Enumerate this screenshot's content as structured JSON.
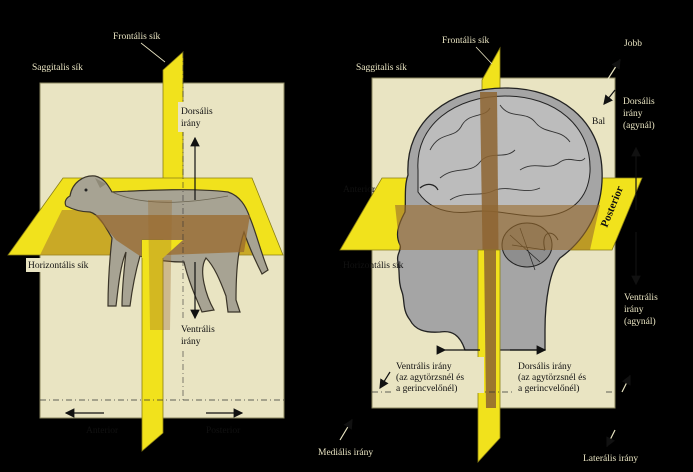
{
  "left_panel": {
    "frontal_plane": "Frontális sík",
    "sagittal_plane": "Saggitalis sík",
    "dorsal_1": "Dorsális",
    "dorsal_2": "irány",
    "horizontal_plane": "Horizontális sík",
    "ventral_1": "Ventrális",
    "ventral_2": "irány",
    "anterior": "Anterior",
    "posterior": "Posterior"
  },
  "right_panel": {
    "frontal_plane": "Frontális sík",
    "sagittal_plane": "Saggitalis sík",
    "jobb": "Jobb",
    "bal": "Bal",
    "dorsal_1": "Dorsális",
    "dorsal_2": "irány",
    "dorsal_3": "(agynál)",
    "anterior": "Anterior",
    "posterior": "Posterior",
    "horizontal_plane": "Horizontális sík",
    "ventral_1": "Ventrális",
    "ventral_2": "irány",
    "ventral_3": "(agynál)",
    "ventral_box_1": "Ventrális irány",
    "ventral_box_2": "(az agytörzsnél és",
    "ventral_box_3": "a gerincvelőnél)",
    "dorsal_box_1": "Dorsális irány",
    "dorsal_box_2": "(az agytörzsnél és",
    "dorsal_box_3": "a gerincvelőnél)",
    "medialis": "Mediális irány",
    "lateralis": "Laterális irány"
  },
  "colors": {
    "background": "#000000",
    "plane_beige": "#e9e4c2",
    "plane_yellow": "#f1e21c",
    "brown_overlap": "#9a6a2c",
    "text": "#111111"
  }
}
